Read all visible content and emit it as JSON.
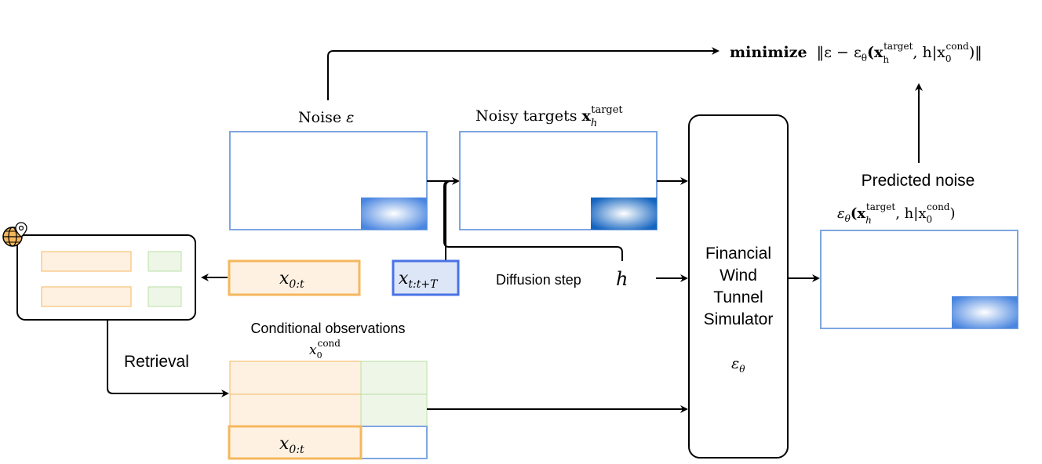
{
  "colors": {
    "blue_border": "#7EA6E0",
    "strong_blue": "#4A72E6",
    "orange_border": "#F5B75E",
    "orange_fill": "#FEF1E2",
    "green_border": "#B9E0A5",
    "green_fill": "#EEF6E8",
    "gradient_blue": "#4A86E0",
    "gradient_blue_dark": "#1565C0"
  },
  "labels": {
    "noise_word": "Noise",
    "noise_symbol": "ε",
    "noisy_targets_word": "Noisy targets",
    "noisy_targets_x": "x",
    "noisy_targets_h": "h",
    "noisy_targets_sup": "target",
    "min_text": "minimize",
    "min_expr_a": "‖ε − ε",
    "min_theta": "θ",
    "min_x": "(x",
    "min_h": "h",
    "min_target": "target",
    "min_mid": ", h|x",
    "min_zero": "0",
    "min_cond": "cond",
    "min_end": ")‖",
    "predicted_noise": "Predicted noise",
    "pred_eps": "ε",
    "pred_theta": "θ",
    "pred_x": "(x",
    "pred_h": "h",
    "pred_target": "target",
    "pred_mid": ", h|x",
    "pred_zero": "0",
    "pred_cond": "cond",
    "pred_end": ")",
    "simulator_line1": "Financial",
    "simulator_line2": "Wind",
    "simulator_line3": "Tunnel",
    "simulator_line4": "Simulator",
    "simulator_eps": "ε",
    "simulator_theta": "θ",
    "diffusion_step": "Diffusion step",
    "diffusion_h": "h",
    "x_main": "x",
    "x_sub_0t": "0:t",
    "x_sub_tT": "t:t+T",
    "conditional_observations": "Conditional observations",
    "cond_x": "x",
    "cond_zero": "0",
    "cond_sup": "cond",
    "retrieval": "Retrieval"
  },
  "icons": {
    "database": "globe-location-icon"
  }
}
